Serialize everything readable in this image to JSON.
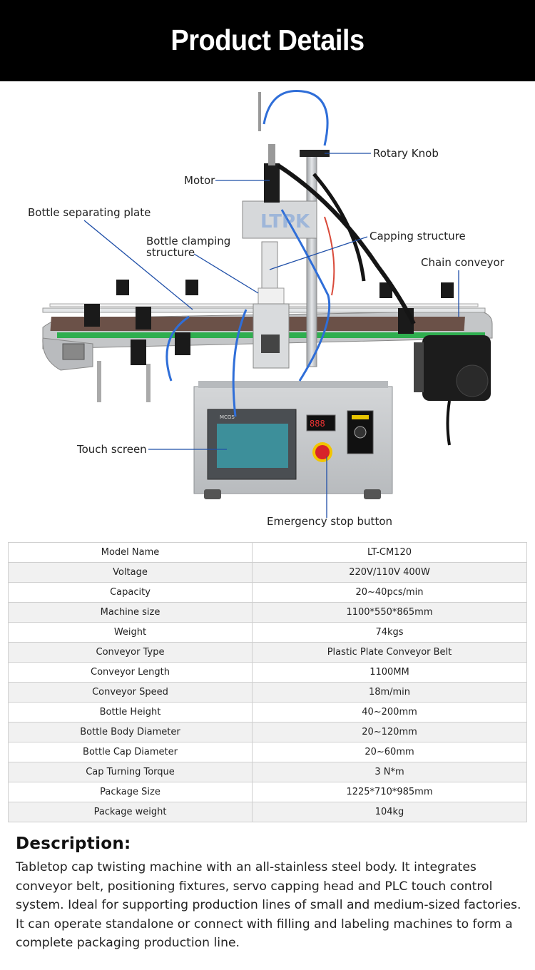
{
  "header": {
    "title": "Product Details"
  },
  "figure": {
    "watermark": "LTPK",
    "panel_label": "MCGS",
    "timer_display": "888",
    "labels": {
      "rotary_knob": "Rotary Knob",
      "motor": "Motor",
      "bottle_separating_plate": "Bottle separating plate",
      "bottle_clamping_line1": "Bottle clamping",
      "bottle_clamping_line2": "structure",
      "capping_structure": "Capping structure",
      "chain_conveyor": "Chain conveyor",
      "touch_screen": "Touch screen",
      "emergency_stop": "Emergency stop button"
    },
    "colors": {
      "steel": "#c9cbcd",
      "belt": "#6b5148",
      "guide": "#2fae4f",
      "hose": "#2f6ed8",
      "motor": "#1c1c1c",
      "estop": "#d8232a"
    }
  },
  "specs": {
    "rows": [
      {
        "key": "Model Name",
        "value": "LT-CM120"
      },
      {
        "key": "Voltage",
        "value": "220V/110V 400W"
      },
      {
        "key": "Capacity",
        "value": "20~40pcs/min"
      },
      {
        "key": "Machine size",
        "value": "1100*550*865mm"
      },
      {
        "key": "Weight",
        "value": "74kgs"
      },
      {
        "key": "Conveyor Type",
        "value": "Plastic Plate Conveyor Belt"
      },
      {
        "key": "Conveyor Length",
        "value": "1100MM"
      },
      {
        "key": "Conveyor Speed",
        "value": "18m/min"
      },
      {
        "key": "Bottle Height",
        "value": "40~200mm"
      },
      {
        "key": "Bottle Body Diameter",
        "value": "20~120mm"
      },
      {
        "key": "Bottle Cap Diameter",
        "value": "20~60mm"
      },
      {
        "key": "Cap Turning Torque",
        "value": "3 N*m"
      },
      {
        "key": "Package Size",
        "value": "1225*710*985mm"
      },
      {
        "key": "Package weight",
        "value": "104kg"
      }
    ]
  },
  "description": {
    "title": "Description:",
    "body": "Tabletop cap twisting machine with an all-stainless steel body. It integrates conveyor belt, positioning fixtures, servo capping head and PLC touch control system. Ideal for supporting production lines of small and medium-sized factories. It can operate standalone or connect with filling and labeling machines to form a complete packaging production line."
  }
}
